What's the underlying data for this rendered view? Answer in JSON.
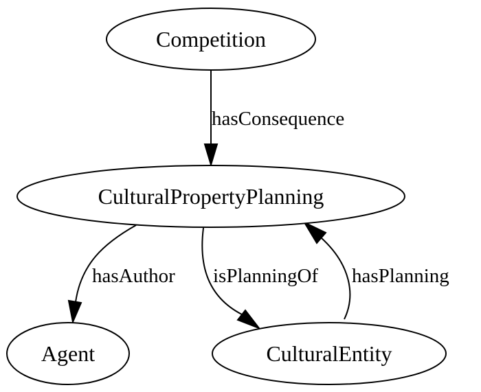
{
  "nodes": {
    "competition": "Competition",
    "cultural_property_planning": "CulturalPropertyPlanning",
    "agent": "Agent",
    "cultural_entity": "CulturalEntity"
  },
  "edges": {
    "has_consequence": "hasConsequence",
    "has_author": "hasAuthor",
    "is_planning_of": "isPlanningOf",
    "has_planning": "hasPlanning"
  }
}
